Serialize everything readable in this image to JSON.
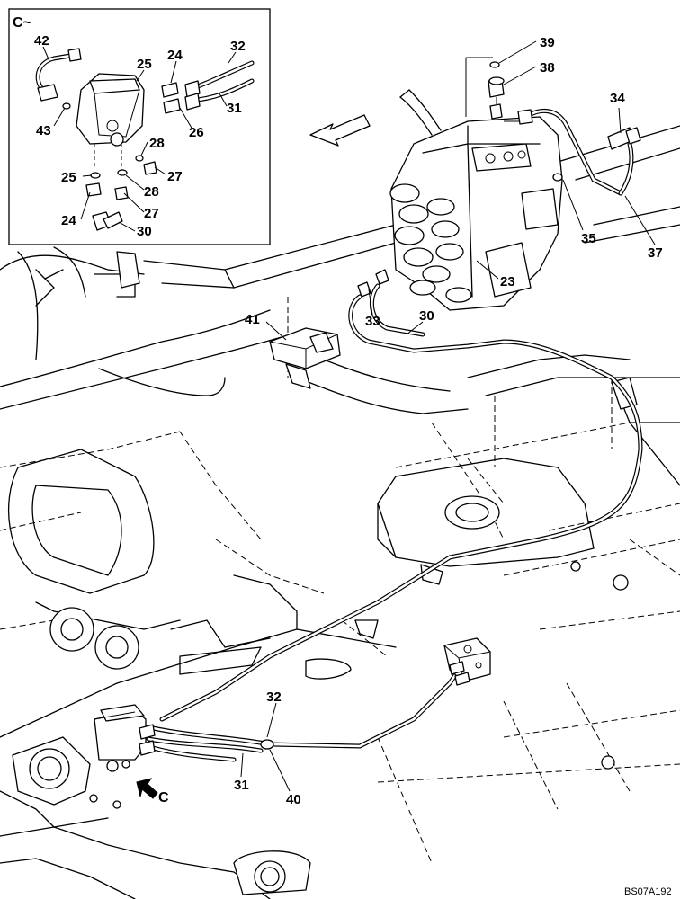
{
  "inset_title": "C~",
  "view_marker": "C",
  "drawing_code": "BS07A192",
  "callouts": {
    "p42": "42",
    "p43": "43",
    "p25a": "25",
    "p24a": "24",
    "p32a": "32",
    "p31a": "31",
    "p26": "26",
    "p28a": "28",
    "p27a": "27",
    "p25b": "25",
    "p28b": "28",
    "p24b": "24",
    "p27b": "27",
    "p30a": "30",
    "p39": "39",
    "p38": "38",
    "p34": "34",
    "p35": "35",
    "p37": "37",
    "p23": "23",
    "p41": "41",
    "p33": "33",
    "p30b": "30",
    "p32b": "32",
    "p31b": "31",
    "p40": "40"
  }
}
